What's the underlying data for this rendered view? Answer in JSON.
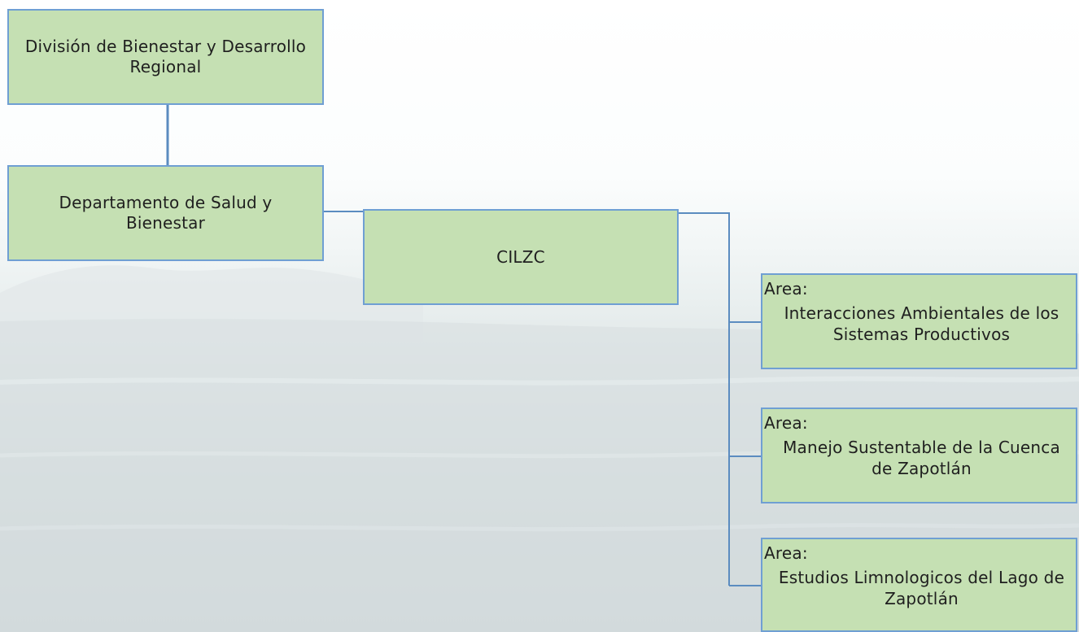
{
  "diagram": {
    "nodes": {
      "division": {
        "label": "División de Bienestar y Desarrollo Regional"
      },
      "department": {
        "label": "Departamento de Salud y Bienestar"
      },
      "center": {
        "label": "CILZC"
      },
      "areas": [
        {
          "prefix": "Area:",
          "name": "Interacciones Ambientales de los Sistemas Productivos"
        },
        {
          "prefix": "Area:",
          "name": "Manejo Sustentable de la Cuenca de Zapotlán"
        },
        {
          "prefix": "Area:",
          "name": "Estudios Limnologicos del Lago de Zapotlán"
        }
      ]
    }
  },
  "colors": {
    "node_fill": "#c5e0b3",
    "node_border": "#6f9fd3",
    "connector": "#5b8cc0"
  }
}
